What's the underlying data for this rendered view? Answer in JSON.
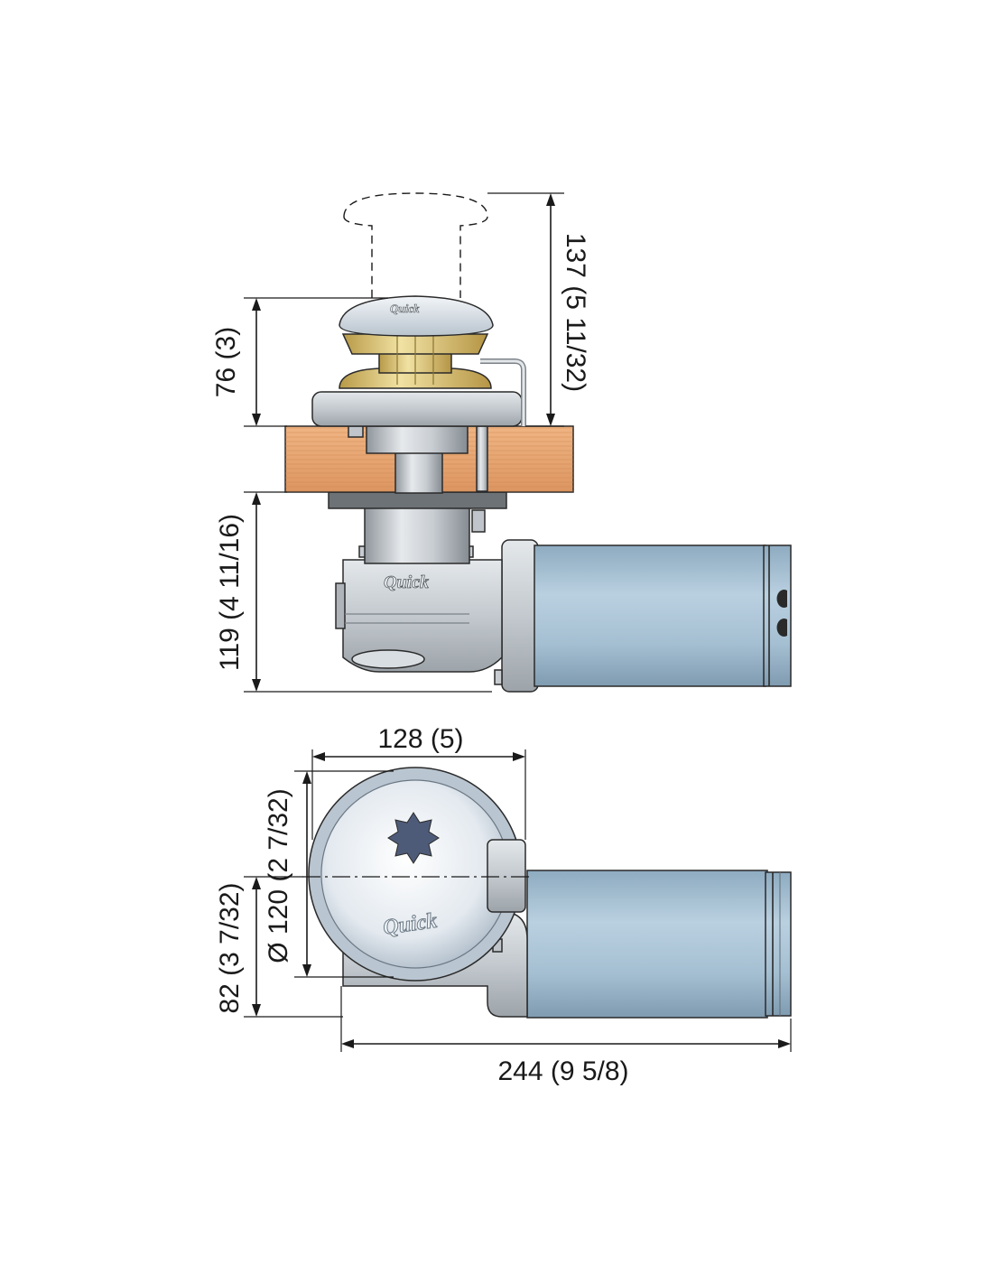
{
  "brand": "Quick",
  "dimensions": {
    "gypsy_height": "76 (3)",
    "handle_clearance": "137 (5 11/32)",
    "below_deck_height": "119 (4 11/16)",
    "top_width": "128 (5)",
    "base_diameter": "Ø 120 (2 7/32)",
    "center_offset": "82 (3 7/32)",
    "overall_length": "244 (9 5/8)"
  },
  "colors": {
    "motor": "#a9c3d6",
    "deck": "#e7a36f",
    "gypsy": "#e2cf86",
    "metal": "#cfd4d8",
    "cap": "#dde4ea"
  }
}
